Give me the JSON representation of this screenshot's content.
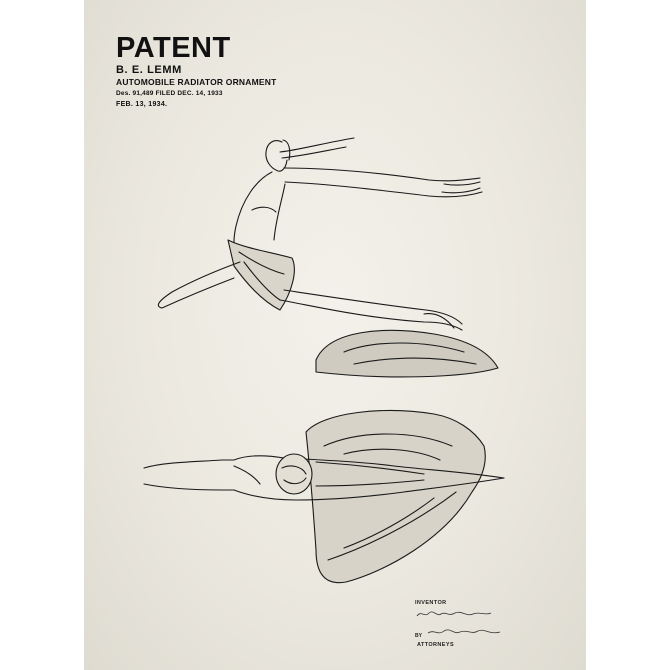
{
  "header": {
    "title": "PATENT",
    "inventor": "B. E. LEMM",
    "subtitle": "AUTOMOBILE RADIATOR ORNAMENT",
    "filing": "Des. 91,489  FILED DEC. 14, 1933",
    "date": "FEB. 13, 1934."
  },
  "signature": {
    "inventor_label": "INVENTOR",
    "by_label": "BY",
    "attorneys_label": "ATTORNEYS"
  },
  "colors": {
    "paper": "#ebe8df",
    "ink": "#111111"
  }
}
